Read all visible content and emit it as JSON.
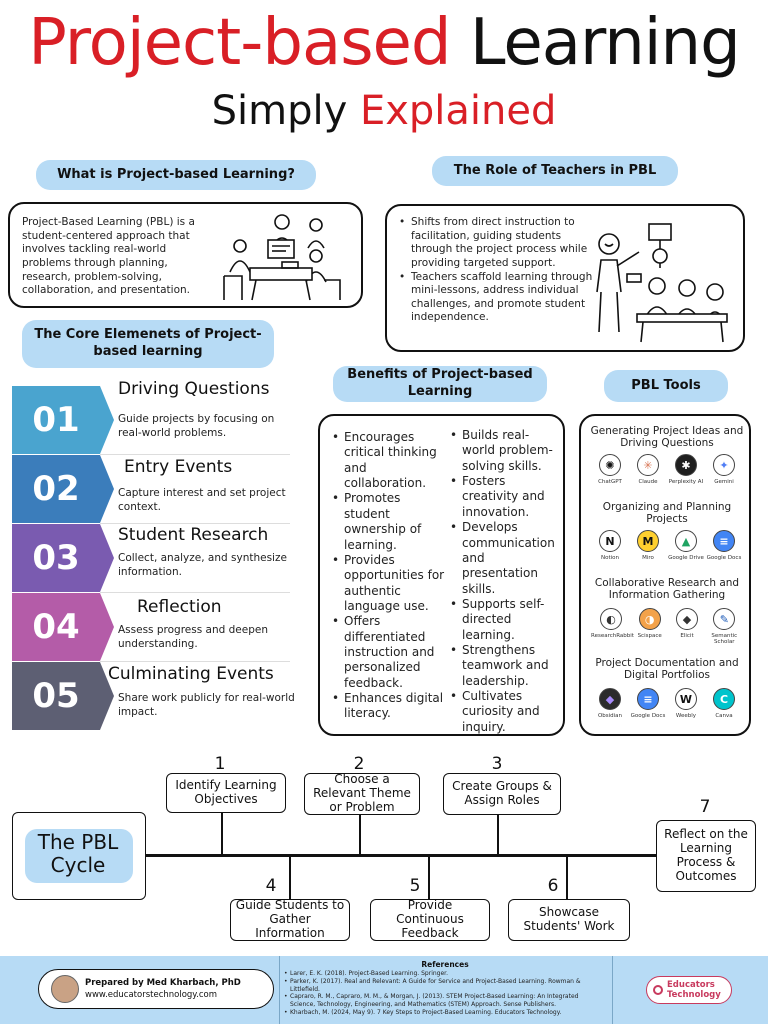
{
  "title": {
    "part1": "Project-based",
    "part2": "Learning"
  },
  "subtitle": {
    "part1": "Simply",
    "part2": "Explained"
  },
  "what_is": {
    "heading": "What is Project-based Learning?",
    "body": "Project-Based Learning (PBL) is a student-centered approach that involves tackling real-world problems through planning, research, problem-solving, collaboration, and presentation."
  },
  "teachers": {
    "heading": "The Role of Teachers in PBL",
    "bullets": [
      "Shifts from direct instruction to facilitation, guiding students through the project process while providing targeted support.",
      "Teachers scaffold learning through mini-lessons, address individual challenges, and promote student independence."
    ]
  },
  "core": {
    "heading": "The Core Elemenets of Project-based learning",
    "items": [
      {
        "num": "01",
        "title": "Driving Questions",
        "desc": "Guide projects by focusing on real-world problems.",
        "color": "#4aa4cf"
      },
      {
        "num": "02",
        "title": "Entry Events",
        "desc": "Capture interest and set project context.",
        "color": "#3b7dbb"
      },
      {
        "num": "03",
        "title": "Student Research",
        "desc": "Collect, analyze, and synthesize information.",
        "color": "#7a5bb0"
      },
      {
        "num": "04",
        "title": "Reflection",
        "desc": "Assess progress and deepen understanding.",
        "color": "#b45ca8"
      },
      {
        "num": "05",
        "title": "Culminating Events",
        "desc": "Share work publicly for real-world impact.",
        "color": "#5d5f73"
      }
    ]
  },
  "benefits": {
    "heading": "Benefits of Project-based Learning",
    "col1": [
      "Encourages critical thinking and collaboration.",
      "Promotes student ownership of learning.",
      "Provides opportunities for authentic language use.",
      "Offers differentiated instruction and personalized feedback.",
      "Enhances digital literacy."
    ],
    "col2": [
      "Builds real-world problem-solving skills.",
      "Fosters creativity and innovation.",
      "Develops communication and presentation skills.",
      "Supports self-directed learning.",
      "Strengthens teamwork and leadership.",
      "Cultivates curiosity and inquiry."
    ]
  },
  "tools": {
    "heading": "PBL Tools",
    "groups": [
      {
        "title": "Generating Project Ideas and Driving Questions",
        "items": [
          {
            "name": "ChatGPT",
            "icon": "chatgpt-icon",
            "glyph": "✺",
            "color": "#ffffff",
            "fg": "#111111"
          },
          {
            "name": "Claude",
            "icon": "claude-icon",
            "glyph": "✳",
            "color": "#ffffff",
            "fg": "#d97757"
          },
          {
            "name": "Perplexity AI",
            "icon": "perplexity-icon",
            "glyph": "✱",
            "color": "#1f1f1f",
            "fg": "#ffffff"
          },
          {
            "name": "Gemini",
            "icon": "gemini-icon",
            "glyph": "✦",
            "color": "#ffffff",
            "fg": "#4f7df5"
          }
        ]
      },
      {
        "title": "Organizing and Planning Projects",
        "items": [
          {
            "name": "Notion",
            "icon": "notion-icon",
            "glyph": "N",
            "color": "#ffffff",
            "fg": "#111111"
          },
          {
            "name": "Miro",
            "icon": "miro-icon",
            "glyph": "M",
            "color": "#ffd02f",
            "fg": "#111111"
          },
          {
            "name": "Google Drive",
            "icon": "google-drive-icon",
            "glyph": "▲",
            "color": "#ffffff",
            "fg": "#1fa463"
          },
          {
            "name": "Google Docs",
            "icon": "google-docs-icon",
            "glyph": "≡",
            "color": "#4285f4",
            "fg": "#ffffff"
          }
        ]
      },
      {
        "title": "Collaborative Research and Information Gathering",
        "items": [
          {
            "name": "ResearchRabbit",
            "icon": "researchrabbit-icon",
            "glyph": "◐",
            "color": "#ffffff",
            "fg": "#333333"
          },
          {
            "name": "Scispace",
            "icon": "scispace-icon",
            "glyph": "◑",
            "color": "#f3a24a",
            "fg": "#ffffff"
          },
          {
            "name": "Elicit",
            "icon": "elicit-icon",
            "glyph": "◆",
            "color": "#ffffff",
            "fg": "#333333"
          },
          {
            "name": "Semantic Scholar",
            "icon": "semantic-scholar-icon",
            "glyph": "✎",
            "color": "#ffffff",
            "fg": "#1857b6"
          }
        ]
      },
      {
        "title": "Project Documentation and Digital Portfolios",
        "items": [
          {
            "name": "Obsidian",
            "icon": "obsidian-icon",
            "glyph": "◆",
            "color": "#2b2b2b",
            "fg": "#a78bfa"
          },
          {
            "name": "Google Docs",
            "icon": "google-docs-icon",
            "glyph": "≡",
            "color": "#4285f4",
            "fg": "#ffffff"
          },
          {
            "name": "Weebly",
            "icon": "weebly-icon",
            "glyph": "W",
            "color": "#ffffff",
            "fg": "#111111"
          },
          {
            "name": "Canva",
            "icon": "canva-icon",
            "glyph": "C",
            "color": "#00c4cc",
            "fg": "#ffffff"
          }
        ]
      }
    ]
  },
  "cycle": {
    "label": "The PBL Cycle",
    "steps": [
      {
        "num": "1",
        "text": "Identify Learning Objectives"
      },
      {
        "num": "2",
        "text": "Choose a Relevant Theme or Problem"
      },
      {
        "num": "3",
        "text": "Create Groups & Assign Roles"
      },
      {
        "num": "4",
        "text": "Guide Students to Gather Information"
      },
      {
        "num": "5",
        "text": "Provide Continuous Feedback"
      },
      {
        "num": "6",
        "text": "Showcase Students' Work"
      },
      {
        "num": "7",
        "text": "Reflect on the Learning Process & Outcomes"
      }
    ]
  },
  "footer": {
    "author": "Prepared by Med Kharbach, PhD",
    "site": "www.educatorstechnology.com",
    "references_title": "References",
    "references": [
      "Larer, E. K. (2018). Project-Based Learning. Springer.",
      "Parker, K. (2017). Real and Relevant: A Guide for Service and Project-Based Learning. Rowman & Littlefield.",
      "Capraro, R. M., Capraro, M. M., & Morgan, J. (2013). STEM Project-Based Learning: An Integrated Science, Technology, Engineering, and Mathematics (STEM) Approach. Sense Publishers.",
      "Kharbach, M. (2024, May 9). 7 Key Steps to Project-Based Learning. Educators Technology."
    ],
    "logo_line1": "Educators",
    "logo_line2": "Technology"
  },
  "colors": {
    "accent_red": "#d91f26",
    "label_blue": "#b7dbf5"
  }
}
